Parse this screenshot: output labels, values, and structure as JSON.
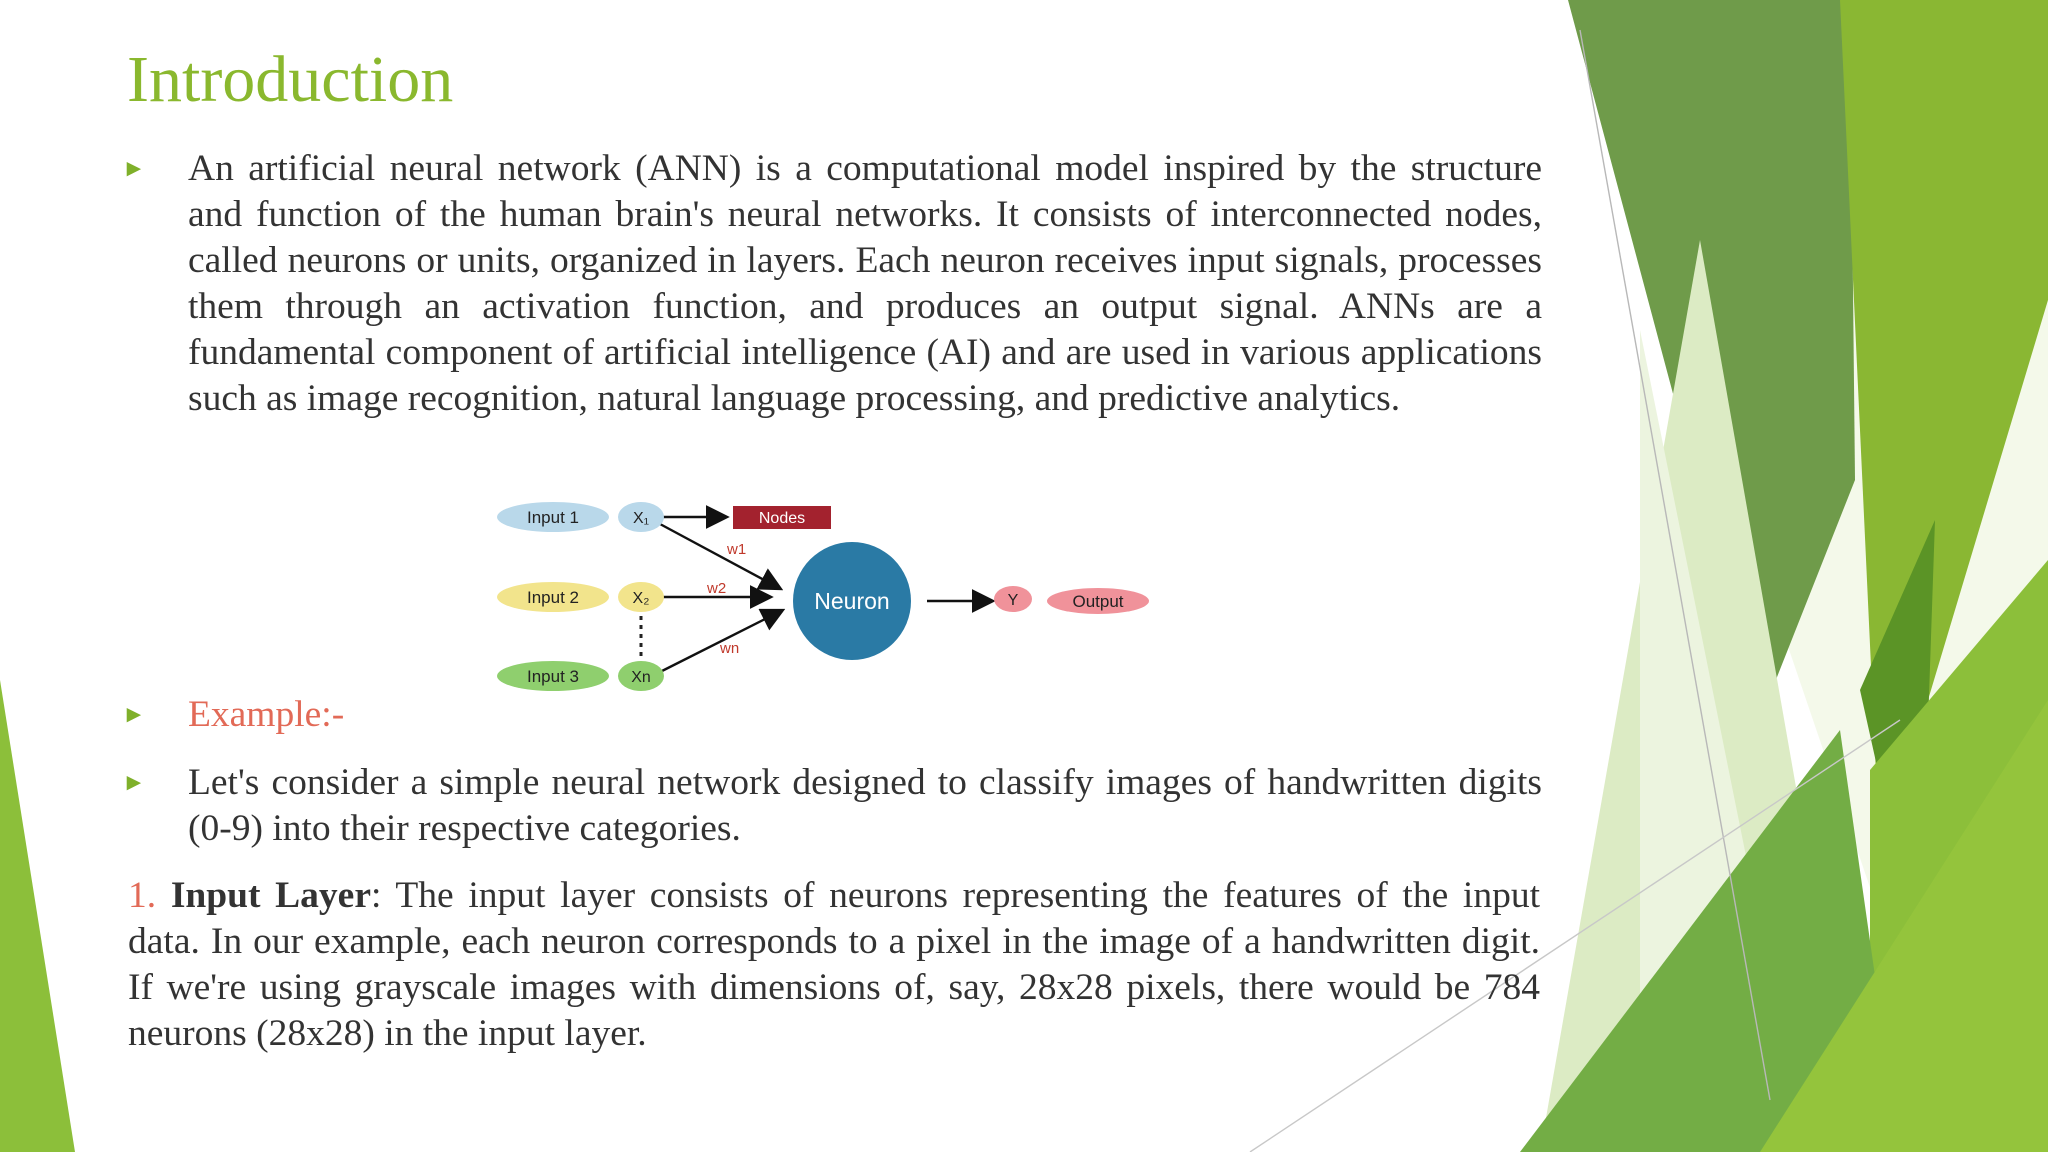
{
  "slide": {
    "title": "Introduction",
    "bullet1": "An artificial neural network (ANN) is a computational model inspired by the structure and function of the human brain's neural networks. It consists of interconnected nodes, called neurons or units, organized in layers. Each neuron receives input signals, processes them through an activation function, and produces an output signal. ANNs are a fundamental component of artificial intelligence (AI) and are used in various applications such as image recognition, natural language processing, and predictive analytics.",
    "bullet2": "Example:-",
    "bullet3": "Let's consider a simple neural network designed to classify images of handwritten digits (0-9) into their respective categories.",
    "para": {
      "number": "1.",
      "term": "Input Layer",
      "text": ": The input layer consists of neurons representing the features of the input data. In our example, each neuron corresponds to a pixel in the image of a handwritten digit. If we're using grayscale images with dimensions of, say, 28x28 pixels, there would be 784 neurons (28x28) in the input layer."
    }
  },
  "diagram": {
    "inputs": [
      "Input 1",
      "Input 2",
      "Input 3"
    ],
    "xs": [
      "X₁",
      "X₂",
      "Xn"
    ],
    "weights": [
      "w1",
      "w2",
      "wn"
    ],
    "nodes_label": "Nodes",
    "neuron_label": "Neuron",
    "y_label": "Y",
    "output_label": "Output"
  },
  "colors": {
    "title": "#8ab82e",
    "accent_orange": "#e26a57",
    "body_text": "#333333",
    "bullet_arrow": "#7fb02a",
    "neuron": "#2a7aa5",
    "nodes_box": "#a3222e"
  }
}
